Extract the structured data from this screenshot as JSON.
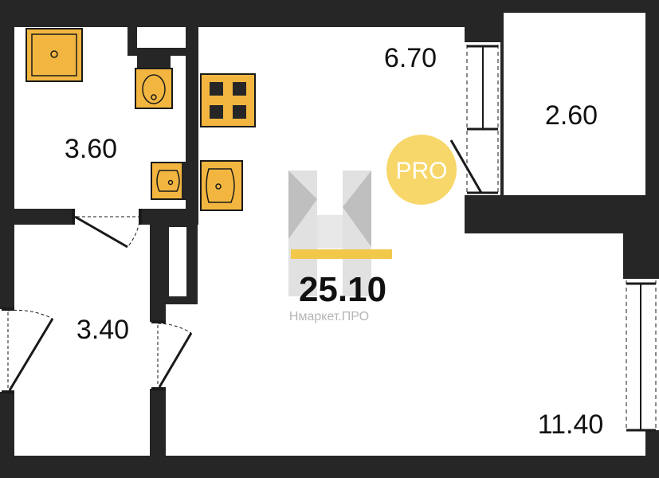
{
  "colors": {
    "wall": "#262626",
    "fixture": "#f2b640",
    "fixture_stroke": "#1a1a1a",
    "pro_badge": "#f6d35a",
    "pro_text": "#ffffff",
    "accent_bar": "#f2c84b",
    "logo_gray": "#c9c9c9",
    "brand_text": "#b5b5b5"
  },
  "rooms": {
    "bathroom": "3.60",
    "hallway": "3.40",
    "living": "6.70",
    "balcony": "2.60",
    "main": "11.40"
  },
  "total_area": "25.10",
  "brand": {
    "name": "Нмаркет.ПРО",
    "badge": "PRO",
    "logo_icon": "nmarket-h-logo-icon"
  }
}
